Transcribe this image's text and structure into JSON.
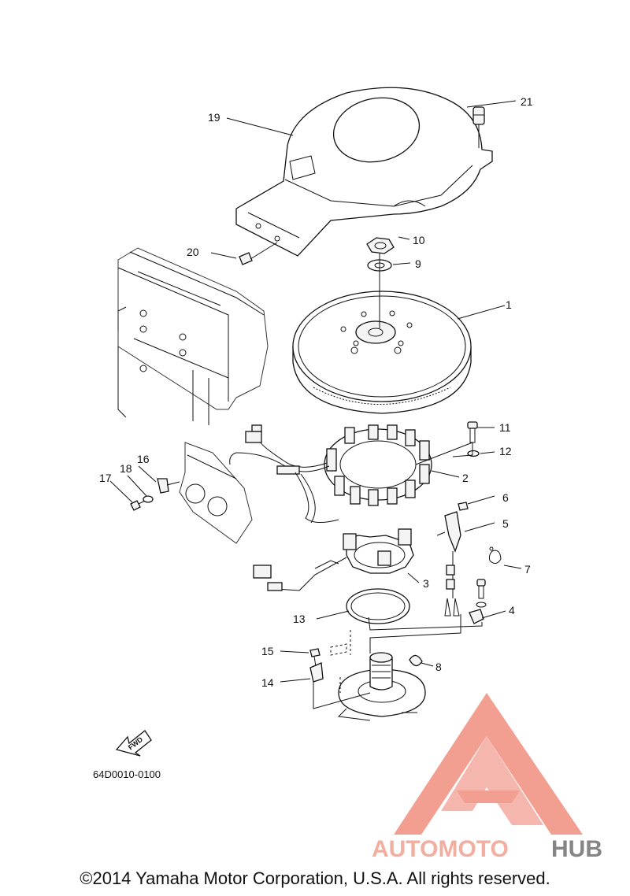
{
  "diagram": {
    "callouts": [
      "1",
      "2",
      "3",
      "4",
      "5",
      "6",
      "7",
      "8",
      "9",
      "10",
      "11",
      "12",
      "13",
      "14",
      "15",
      "16",
      "17",
      "18",
      "19",
      "20",
      "21"
    ],
    "fwd_label": "FWD",
    "drawing_code": "64D0010-0100"
  },
  "watermark": {
    "text_part1": "AUTOMOTO",
    "text_part2": "HUB",
    "color_primary": "#f08f7f",
    "color_secondary": "#5a5a5a"
  },
  "footer": {
    "copyright": "©2014 Yamaha Motor Corporation, U.S.A. All rights reserved."
  }
}
